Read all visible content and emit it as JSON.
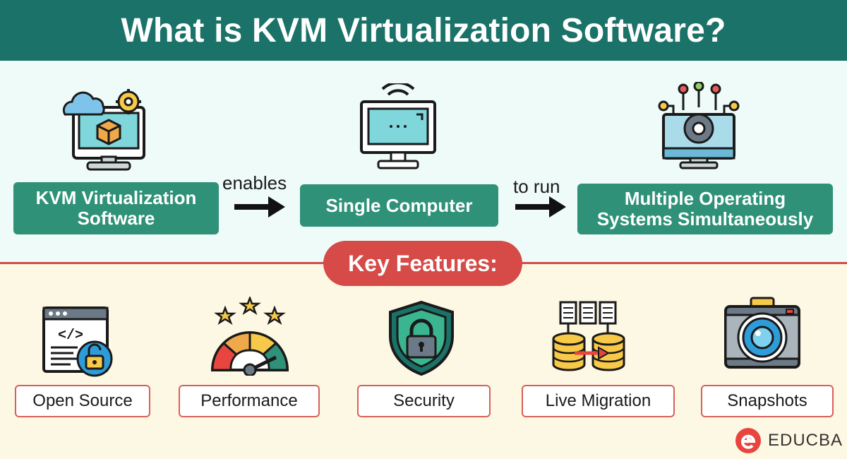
{
  "title": "What is KVM Virtualization Software?",
  "flow": {
    "nodes": [
      {
        "label_line1": "KVM Virtualization",
        "label_line2": "Software",
        "icon": "cloud-computer-gear-icon"
      },
      {
        "label": "Single Computer",
        "icon": "monitor-wifi-icon"
      },
      {
        "label_line1": "Multiple Operating",
        "label_line2": "Systems Simultaneously",
        "icon": "monitor-gear-network-icon"
      }
    ],
    "edges": [
      {
        "label": "enables"
      },
      {
        "label": "to run"
      }
    ]
  },
  "key_features": {
    "heading": "Key Features:",
    "items": [
      {
        "label": "Open Source",
        "icon": "code-window-unlock-icon"
      },
      {
        "label": "Performance",
        "icon": "speedometer-stars-icon"
      },
      {
        "label": "Security",
        "icon": "shield-lock-icon"
      },
      {
        "label": "Live Migration",
        "icon": "database-migration-icon"
      },
      {
        "label": "Snapshots",
        "icon": "camera-icon"
      }
    ]
  },
  "brand": {
    "name": "EDUCBA"
  },
  "colors": {
    "title_bg": "#1b7268",
    "box_green": "#2e9178",
    "accent_red": "#d64a47",
    "top_bg": "#effbf9",
    "bottom_bg": "#fdf8e3"
  }
}
